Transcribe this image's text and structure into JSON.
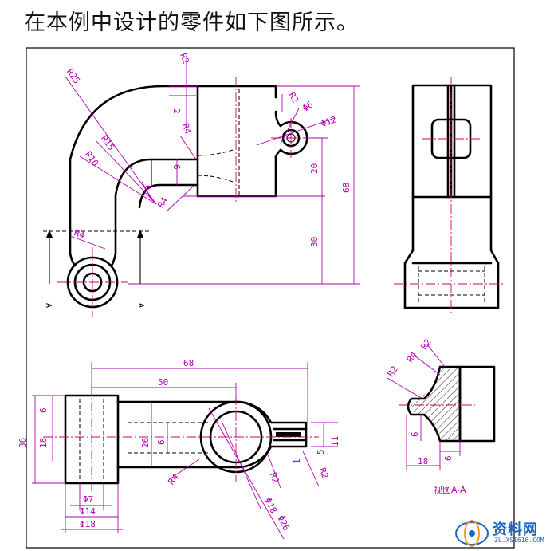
{
  "caption": "在本例中设计的零件如下图所示。",
  "view_label": "视图A-A",
  "section_marks": [
    "A",
    "A"
  ],
  "front_view_dims": {
    "r2_top": "R2",
    "r25": "R25",
    "r15": "R15",
    "r10": "R10",
    "r4_left": "R4",
    "r4_mid": "R4",
    "r4_low": "R4",
    "d2": "2",
    "d6a": "6",
    "d6b": "6",
    "r2_lug": "R2",
    "dia6": "Φ6",
    "dia12": "Φ12",
    "d20": "20",
    "d30": "30",
    "d68": "68"
  },
  "top_view_dims": {
    "d68": "68",
    "d50": "50",
    "d36": "36",
    "d6": "6",
    "d18": "18",
    "d26": "26",
    "d6b": "6",
    "r4": "R4",
    "r2a": "R2",
    "r2b": "R2",
    "d1": "1",
    "d5": "5",
    "d11": "11",
    "dia7": "Φ7",
    "dia14": "Φ14",
    "dia18_left": "Φ18",
    "dia18": "Φ18",
    "dia26": "Φ26"
  },
  "section_view_dims": {
    "r2a": "R2",
    "r4": "R4",
    "r2b": "R2",
    "d6": "6",
    "d6b": "6",
    "d18": "18"
  },
  "watermark": {
    "text": "资料网",
    "url": "ZL.XS1616.COM"
  },
  "colors": {
    "dimension": "#b000b0",
    "centerline": "#d0006f",
    "outline": "#000000",
    "watermark": "#1a66c2"
  }
}
